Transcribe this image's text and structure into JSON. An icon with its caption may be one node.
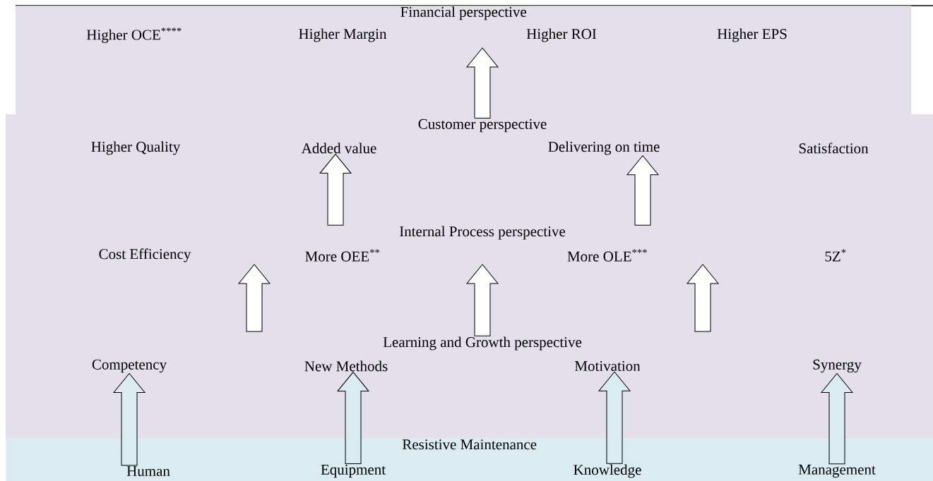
{
  "diagram": {
    "nodes": [
      {
        "text": [
          "Financial perspective"
        ]
      },
      {
        "text": [
          "Higher OCE$^{****}$"
        ],
        "in": 0
      },
      {
        "text": [
          "Higher Margin"
        ],
        "in": 0
      },
      {
        "text": [
          "Higher ROI"
        ],
        "in": 0
      },
      {
        "text": [
          "Higher  EPS"
        ],
        "in": 0
      },
      {
        "text": [
          "Customer perspective"
        ]
      },
      {
        "text": [
          "Higher Quality"
        ]
      },
      {
        "text": [
          "Added value"
        ]
      },
      {
        "text": [
          "Delivering on time"
        ]
      },
      {
        "text": [
          "Satisfaction"
        ]
      },
      {
        "text": [
          "Internal Process perspective"
        ]
      },
      {
        "text": [
          "Cost Efficiency"
        ]
      },
      {
        "text": [
          "More OEE$^{**}$"
        ]
      },
      {
        "text": [
          "More OLE$^{***}$"
        ]
      },
      {
        "text": [
          "5Z$^{*}$"
        ]
      },
      {
        "text": [
          "Learning and Growth perspective"
        ]
      },
      {
        "text": [
          "Competency"
        ]
      },
      {
        "text": [
          "New Methods"
        ]
      },
      {
        "text": [
          "Motivation"
        ]
      },
      {
        "text": [
          "Synergy"
        ]
      },
      {
        "text": [
          "Resistive Maintenance"
        ]
      },
      {
        "text": [
          "Human"
        ],
        "in": 20
      },
      {
        "text": [
          "Equipment"
        ],
        "in": 20
      },
      {
        "text": [
          "Knowledge"
        ],
        "in": 20
      },
      {
        "text": [
          "Management"
        ],
        "in": 20
      }
    ],
    "edges": [
      {
        "from": 5,
        "to": null,
        "arrow": "to"
      },
      {
        "from": 10,
        "to": 7,
        "arrow": "to"
      },
      {
        "from": 10,
        "to": 8,
        "arrow": "to"
      },
      {
        "from": 15,
        "to": null,
        "arrow": "to"
      },
      {
        "from": 21,
        "to": 16,
        "arrow": "to"
      },
      {
        "from": 22,
        "to": 17,
        "arrow": "to"
      },
      {
        "from": 23,
        "to": 18,
        "arrow": "to"
      },
      {
        "from": 24,
        "to": 19,
        "arrow": "to"
      }
    ]
  }
}
